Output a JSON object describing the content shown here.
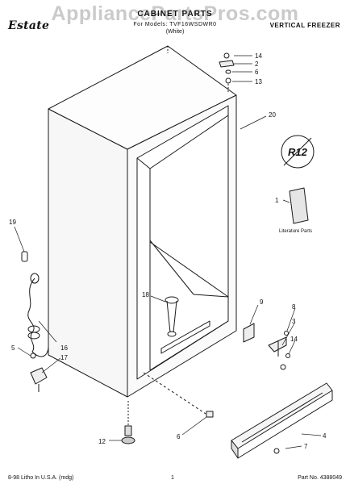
{
  "header": {
    "brand": "Estate",
    "title": "CABINET PARTS",
    "model_line": "For Models: TVF16WSDWR0",
    "color_line": "(White)",
    "category": "VERTICAL FREEZER",
    "watermark": "AppliancePartsPros.com"
  },
  "footer": {
    "printed": "8-98 Litho In U.S.A. (mdg)",
    "page": "1",
    "part_no": "Part No. 4388049"
  },
  "badge": {
    "text": "R12"
  },
  "literature": {
    "label": "Literature Parts"
  },
  "callouts": [
    "14",
    "2",
    "6",
    "13",
    "20",
    "1",
    "19",
    "18",
    "9",
    "8",
    "3",
    "14",
    "5",
    "16",
    "17",
    "6",
    "4",
    "7",
    "12"
  ]
}
